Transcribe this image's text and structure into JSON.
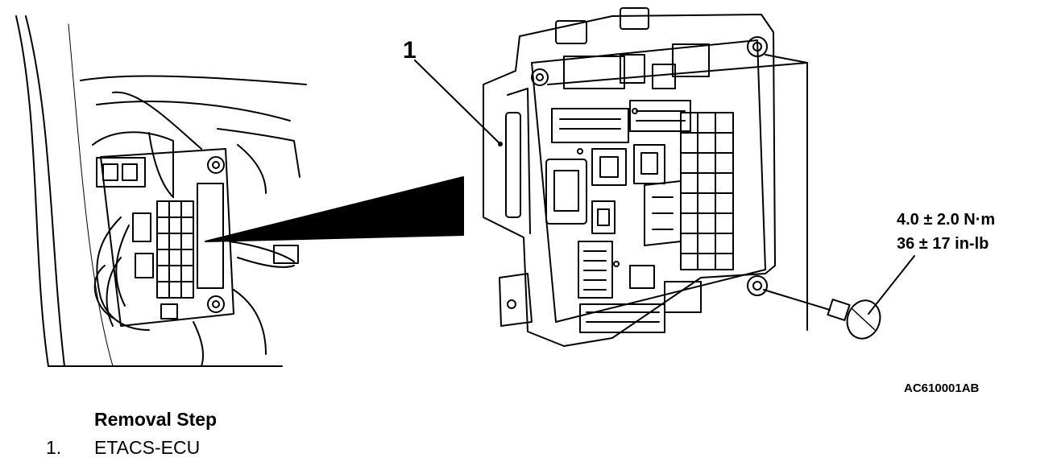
{
  "figure": {
    "callout_number": "1",
    "torque_metric": "4.0 ± 2.0 N·m",
    "torque_imperial": "36 ± 17 in-lb",
    "figure_id": "AC610001AB"
  },
  "removal": {
    "heading": "Removal Step",
    "steps": [
      {
        "number": "1.",
        "name": "ETACS-ECU"
      }
    ]
  }
}
